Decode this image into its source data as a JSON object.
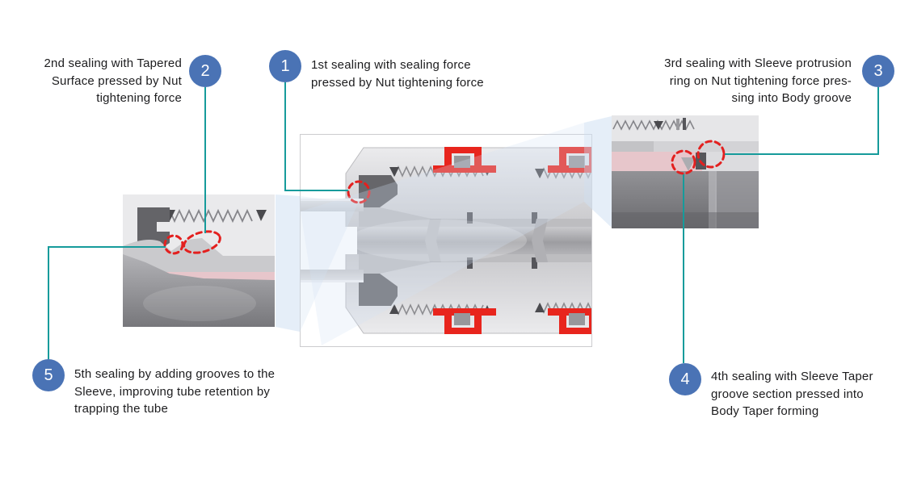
{
  "colors": {
    "badge-blue": "#4a73b5",
    "line-teal": "#169b9b",
    "annotation-red": "#e3201f"
  },
  "callouts": {
    "c1": {
      "num": "1",
      "text": "1st sealing with sealing force\npressed by Nut tightening force"
    },
    "c2": {
      "num": "2",
      "text": "2nd sealing with Tapered\nSurface pressed by Nut\ntightening force"
    },
    "c3": {
      "num": "3",
      "text": "3rd sealing with Sleeve protrusion\nring on Nut tightening force pres-\nsing into Body groove"
    },
    "c4": {
      "num": "4",
      "text": "4th sealing with Sleeve Taper\ngroove section pressed into\nBody Taper forming"
    },
    "c5": {
      "num": "5",
      "text": "5th sealing by adding grooves to the\nSleeve, improving tube retention by\ntrapping the tube"
    }
  },
  "images": {
    "main": "tube-fitting-cross-section",
    "left_detail": "tapered-surface-zoom",
    "right_detail": "sleeve-protrusion-zoom"
  }
}
